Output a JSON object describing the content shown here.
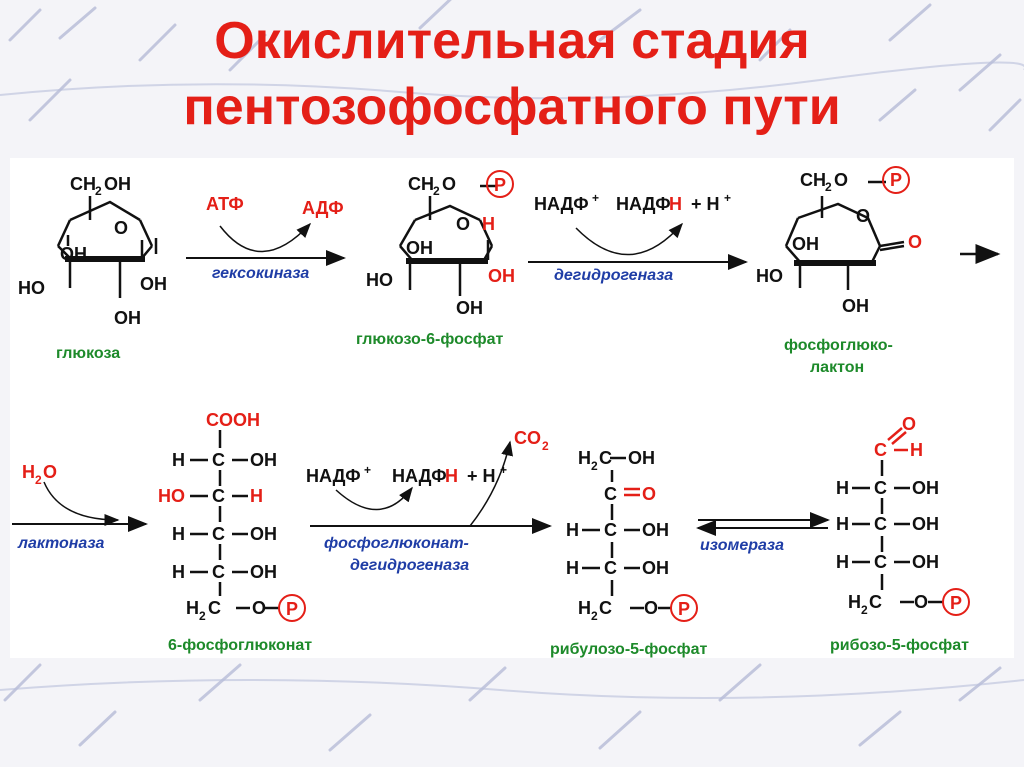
{
  "title": {
    "line1": "Окислительная стадия",
    "line2": "пентозофосфатного пути"
  },
  "labels": {
    "glucose": "глюкоза",
    "g6p": "глюкозо-6-фосфат",
    "lactone_line1": "фосфоглюко-",
    "lactone_line2": "лактон",
    "pg6": "6-фосфоглюконат",
    "ru5p": "рибулозо-5-фосфат",
    "r5p": "рибозо-5-фосфат"
  },
  "enzymes": {
    "hexokinase": "гексокиназа",
    "dehydrogenase": "дегидрогеназа",
    "lactonase": "лактоназа",
    "pgdh_line1": "фосфоглюконат-",
    "pgdh_line2": "дегидрогеназа",
    "isomerase": "изомераза"
  },
  "cofactors": {
    "atp": "АТФ",
    "adp": "АДФ",
    "nadp": "НАДФ",
    "nadph": "НАДФ",
    "h": "Н",
    "plus_h": "+ Н",
    "sup_plus": "+",
    "water_h": "H",
    "water_sub": "2",
    "water_o": "O",
    "co": "CO",
    "co2_sub": "2"
  },
  "atoms": {
    "ch2oh": "CH",
    "ch2_sub": "2",
    "oh": "OH",
    "ho": "HO",
    "o": "O",
    "h": "H",
    "c": "C",
    "p": "P",
    "cooh": "COOH",
    "h2c_h": "H",
    "h2c_c": "C",
    "ho_cap": "HO",
    "ch2o": "CH",
    "o_short": "O"
  }
}
